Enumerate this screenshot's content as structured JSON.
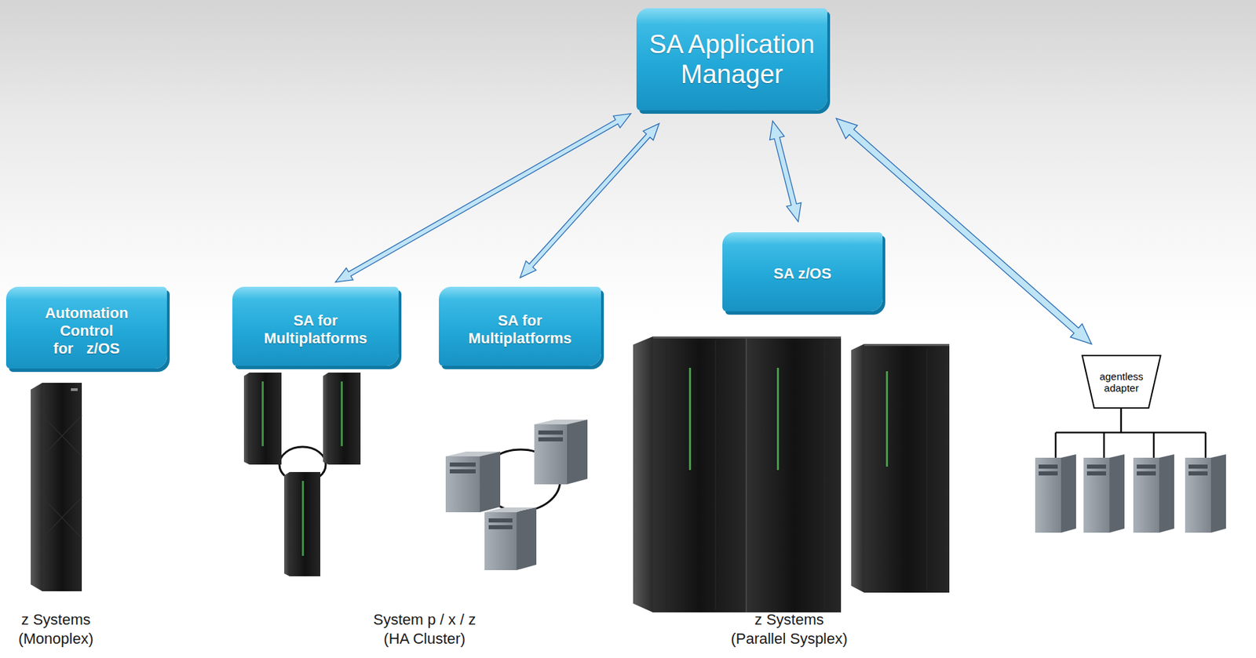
{
  "diagram": {
    "nodes": [
      {
        "text": [
          "SA Application Manager"
        ]
      },
      {
        "text": [
          "Automation Control for z/OS"
        ]
      },
      {
        "text": [
          "SA for Multiplatforms"
        ]
      },
      {
        "text": [
          "SA for Multiplatforms"
        ]
      },
      {
        "text": [
          "SA z/OS"
        ]
      },
      {
        "text": [
          "agentless adapter"
        ]
      }
    ],
    "edges": [
      {
        "from": 0,
        "to": 2,
        "arrow": "both"
      },
      {
        "from": 0,
        "to": 3,
        "arrow": "both"
      },
      {
        "from": 0,
        "to": 4,
        "arrow": "both"
      },
      {
        "from": 0,
        "to": 5,
        "arrow": "both"
      }
    ],
    "labels": [
      "z Systems (Monoplex)",
      "System p / x / z (HA Cluster)",
      "z Systems (Parallel Sysplex)"
    ]
  }
}
